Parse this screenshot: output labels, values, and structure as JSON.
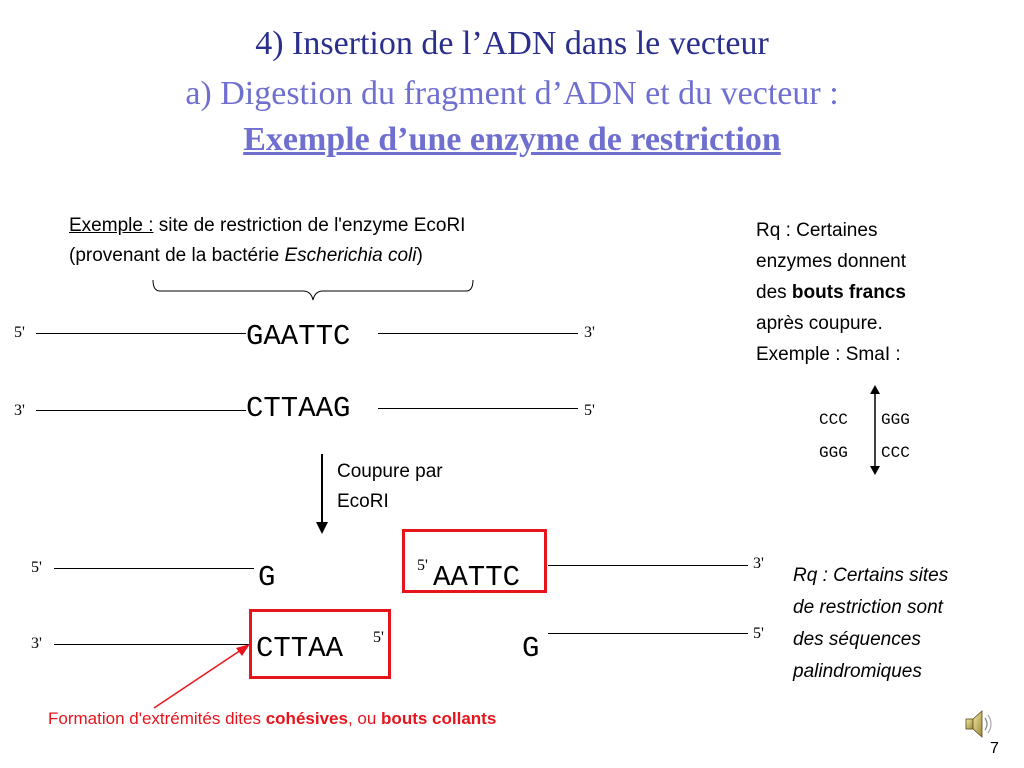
{
  "slide": {
    "title": "4) Insertion de l’ADN dans le vecteur",
    "subtitle": "a) Digestion du fragment d’ADN et du vecteur :",
    "heading": "Exemple d’une enzyme de restriction",
    "page_number": "7"
  },
  "example": {
    "label": "Exemple :",
    "line1_rest": " site de restriction de l'enzyme EcoRI",
    "line2_start": "(provenant de la bactérie ",
    "line2_italic": "Escherichia coli",
    "line2_end": ")"
  },
  "dna_top": {
    "strand1_left_end": "5'",
    "strand1_seq": "GAATTC",
    "strand1_right_end": "3'",
    "strand2_left_end": "3'",
    "strand2_seq": "CTTAAG",
    "strand2_right_end": "5'"
  },
  "cut": {
    "line1": "Coupure par",
    "line2": "EcoRI"
  },
  "dna_bottom": {
    "left_top_end": "5'",
    "left_top_seq": "G",
    "left_bottom_end": "3'",
    "left_bottom_seq": "CTTAA",
    "left_bottom_overhang_end": "5'",
    "right_top_overhang_end": "5'",
    "right_top_seq": "AATTC",
    "right_top_end": "3'",
    "right_bottom_seq": "G",
    "right_bottom_end": "5'"
  },
  "note_blunt": {
    "line1": "Rq : Certaines",
    "line2": "enzymes donnent",
    "line3_start": "des ",
    "line3_bold": "bouts francs",
    "line4": "après coupure.",
    "line5": "Exemple : SmaI :",
    "sma_row1_left": "CCC",
    "sma_row1_right": "GGG",
    "sma_row2_left": "GGG",
    "sma_row2_right": "CCC"
  },
  "note_palindrome": {
    "line1": "Rq : Certains sites",
    "line2": "de restriction sont",
    "line3": "des séquences",
    "line4": "palindromiques"
  },
  "formation": {
    "start": "Formation d'extrémités dites ",
    "bold1": "cohésives",
    "middle": ", ou ",
    "bold2": "bouts collants"
  },
  "icons": {
    "speaker": "speaker-icon"
  },
  "colors": {
    "title": "#2a2e8c",
    "subtitle": "#6f6fd0",
    "highlight": "#e8141c"
  }
}
